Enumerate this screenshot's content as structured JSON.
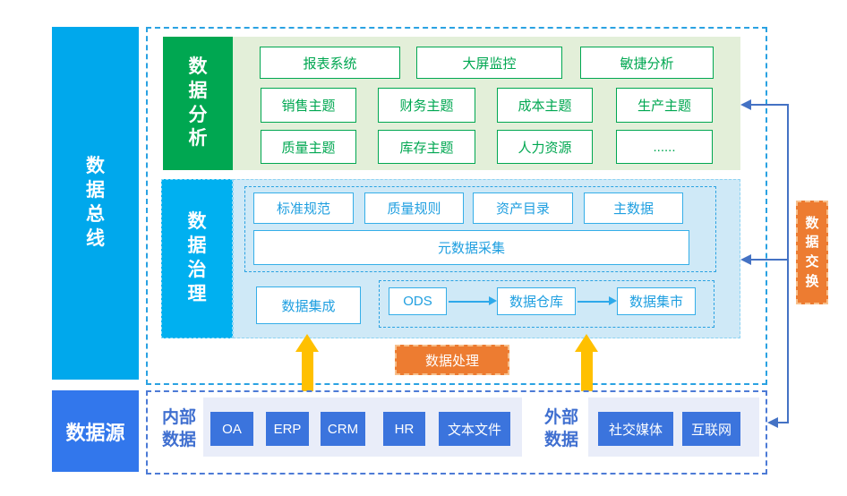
{
  "palette": {
    "bus_blue": "#00a8ec",
    "analysis_green": "#00a751",
    "analysis_panel_bg": "#e3efd9",
    "governance_blue": "#00b0f0",
    "governance_panel_bg": "#cfe9f7",
    "cyan_dash_border": "#2aa2e2",
    "bottom_dash_border": "#4d7bd6",
    "orange": "#ed7c31",
    "arrow_yellow": "#ffc000",
    "source_bar_blue": "#3277ec",
    "source_item_blue": "#3b74dd",
    "connector_blue": "#4472c4",
    "source_panel_bg": "#e9edf9",
    "source_label_blue": "#3f6fd0"
  },
  "bus": {
    "label": "数据总线"
  },
  "analysis": {
    "label": "数据分析",
    "row1": [
      "报表系统",
      "大屏监控",
      "敏捷分析"
    ],
    "row2": [
      "销售主题",
      "财务主题",
      "成本主题",
      "生产主题"
    ],
    "row3": [
      "质量主题",
      "库存主题",
      "人力资源",
      "......"
    ]
  },
  "governance": {
    "label": "数据治理",
    "rules": [
      "标准规范",
      "质量规则",
      "资产目录",
      "主数据"
    ],
    "metadata": "元数据采集",
    "integration": "数据集成",
    "flow": [
      "ODS",
      "数据仓库",
      "数据集市"
    ]
  },
  "processing": {
    "label": "数据处理"
  },
  "exchange": {
    "label": "数据交换"
  },
  "datasource": {
    "label": "数据源",
    "internal_label": "内部数据",
    "internal": [
      "OA",
      "ERP",
      "CRM",
      "HR",
      "文本文件"
    ],
    "external_label": "外部数据",
    "external": [
      "社交媒体",
      "互联网"
    ]
  }
}
